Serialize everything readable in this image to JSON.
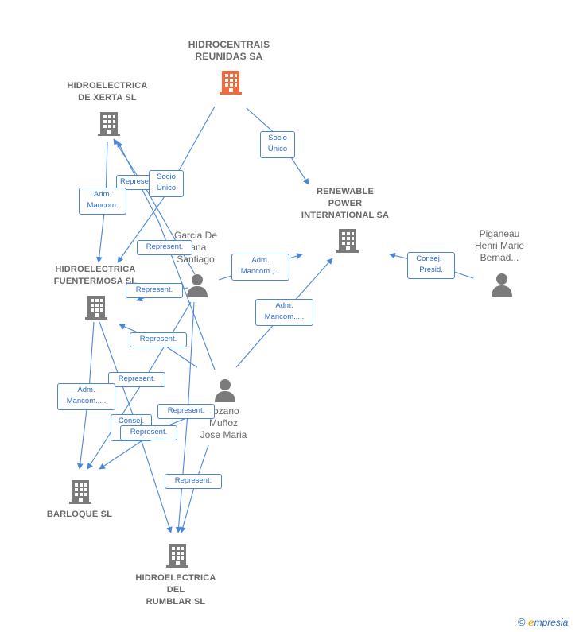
{
  "colors": {
    "main_company": "#f26a3b",
    "node": "#7b7b7b",
    "edge": "#4a86d8",
    "edge_text": "#2a68c4"
  },
  "nodes": {
    "hidrocentrais": "HIDROCENTRAIS\nREUNIDAS SA",
    "xerta": "HIDROELECTRICA\nDE XERTA SL",
    "renewable": "RENEWABLE\nPOWER\nINTERNATIONAL SA",
    "fuentermosa": "HIDROELECTRICA\nFUENTERMOSA SL",
    "garcia": "Garcia De\nLana\nSantiago",
    "piganeau": "Piganeau\nHenri Marie\nBernad...",
    "lozano": "Lozano\nMuñoz\nJose Maria",
    "barloque": "BARLOQUE SL",
    "rumblar": "HIDROELECTRICA\nDEL\nRUMBLAR SL"
  },
  "edge_labels": {
    "socio_unico_renewable": "Socio\nÚnico",
    "socio_unico_fuentermosa": "Socio\nÚnico",
    "represent_xerta_top": "Represent.",
    "adm_mancom_xerta": "Adm.\nMancom.",
    "represent_garcia_xerta": "Represent.",
    "adm_mancom_garcia_renewable": "Adm.\nMancom.,...",
    "consej_presid": "Consej. ,\nPresid.",
    "represent_garcia_fuentermosa": "Represent.",
    "adm_mancom_lozano_renewable": "Adm.\nMancom.,...",
    "represent_lozano_fuentermosa": "Represent.",
    "represent_fuent_barloque": "Represent.",
    "adm_mancom_barloque": "Adm.\nMancom.,...",
    "represent_lozano_barloque": "Represent.",
    "consej_barloque": "Consej.\n...",
    "represent_barloque_2": "Represent.",
    "represent_lozano_rumblar": "Represent."
  },
  "brand": {
    "copyright": "©",
    "e": "e",
    "name": "mpresia"
  }
}
